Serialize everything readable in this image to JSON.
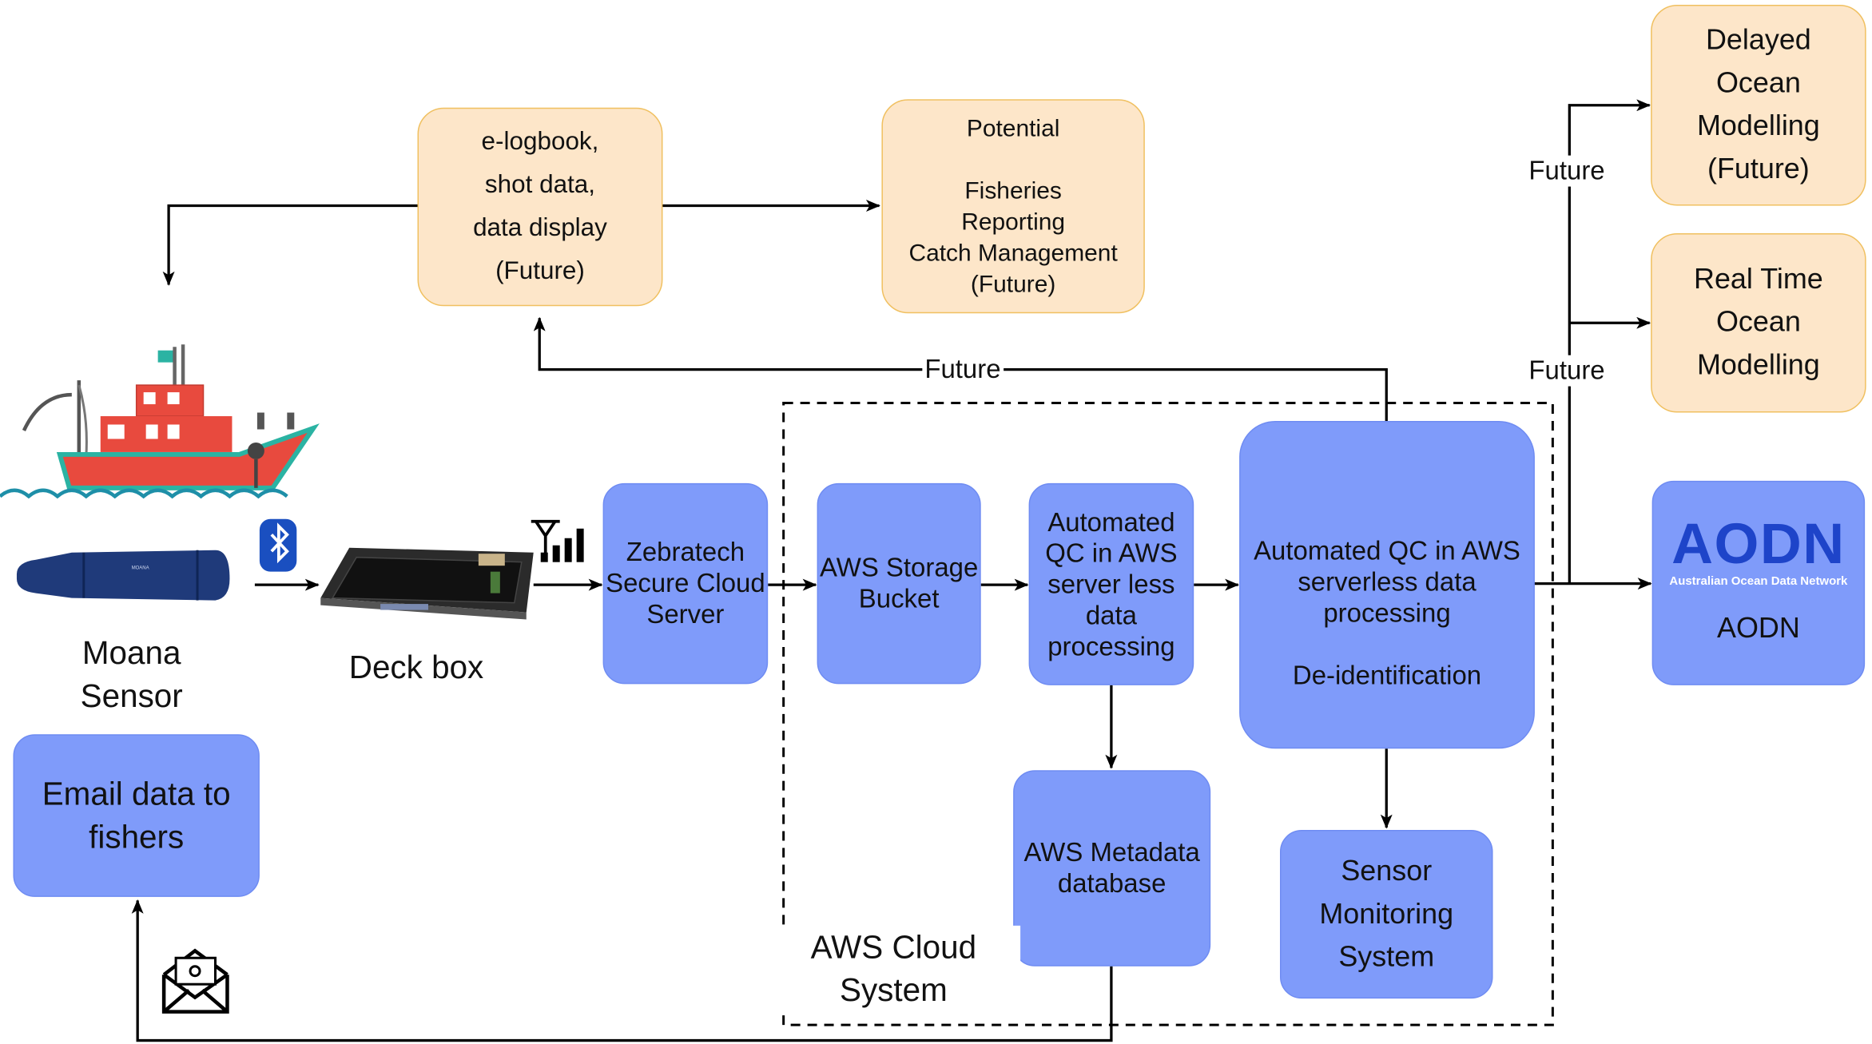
{
  "nodes": {
    "elogbook": {
      "lines": [
        "e-logbook,",
        "shot data,",
        "data display",
        "(Future)"
      ]
    },
    "fisheries": {
      "lines": [
        "Potential",
        "",
        "Fisheries",
        "Reporting",
        "Catch Management",
        "(Future)"
      ]
    },
    "delayed": {
      "lines": [
        "Delayed",
        "Ocean",
        "Modelling",
        "(Future)"
      ]
    },
    "realtime": {
      "lines": [
        "Real Time",
        "Ocean",
        "Modelling"
      ]
    },
    "zebratech": {
      "lines": [
        "Zebratech",
        "Secure Cloud",
        "Server"
      ]
    },
    "storage": {
      "lines": [
        "AWS Storage",
        "Bucket"
      ]
    },
    "qc_serverless": {
      "lines": [
        "Automated",
        "QC in AWS",
        "server less",
        "data",
        "processing"
      ]
    },
    "qc_main": {
      "lines": [
        "Automated QC in AWS",
        "serverless data",
        "processing",
        "",
        "De-identification"
      ]
    },
    "metadata": {
      "lines": [
        "AWS Metadata",
        "database"
      ]
    },
    "monitoring": {
      "lines": [
        "Sensor",
        "Monitoring",
        "System"
      ]
    },
    "email": {
      "lines": [
        "Email data to",
        "fishers"
      ]
    },
    "aodn": {
      "logo": "AODN",
      "subtitle": "Australian Ocean Data Network",
      "label": "AODN"
    }
  },
  "captions": {
    "moana": [
      "Moana",
      "Sensor"
    ],
    "deckbox": "Deck box",
    "aws_cloud": [
      "AWS Cloud",
      "System"
    ]
  },
  "edge_labels": {
    "future_top": "Future",
    "future_delayed": "Future",
    "future_realtime": "Future"
  },
  "icons": [
    "fishing-boat-icon",
    "moana-sensor-icon",
    "bluetooth-icon",
    "deck-box-icon",
    "cell-signal-icon",
    "database-icon",
    "email-envelope-icon"
  ],
  "colors": {
    "blue_box": "#7f9bfa",
    "orange_box": "#fde6c9",
    "orange_border": "#f0c060",
    "aodn_blue": "#1e44c9",
    "boat_red": "#e84a3e",
    "boat_teal": "#2bb3a3"
  }
}
